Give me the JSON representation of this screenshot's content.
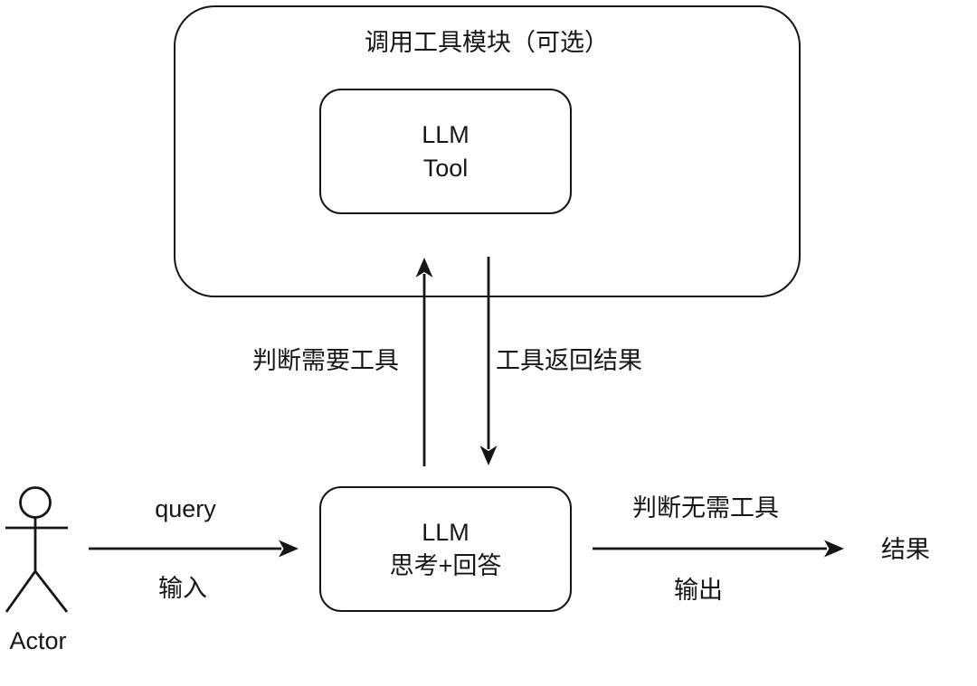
{
  "colors": {
    "background": "#ffffff",
    "ink": "#161616"
  },
  "tool_module": {
    "title": "调用工具模块（可选）",
    "llm_tool_box": {
      "line1": "LLM",
      "line2": "Tool"
    }
  },
  "llm_box": {
    "line1": "LLM",
    "line2": "思考+回答"
  },
  "actor": {
    "label": "Actor"
  },
  "edges": {
    "need_tool": {
      "label": "判断需要工具"
    },
    "tool_result": {
      "label": "工具返回结果"
    },
    "query": {
      "label": "query",
      "sublabel": "输入"
    },
    "output": {
      "label": "判断无需工具",
      "sublabel": "输出"
    }
  },
  "result": {
    "label": "结果"
  }
}
